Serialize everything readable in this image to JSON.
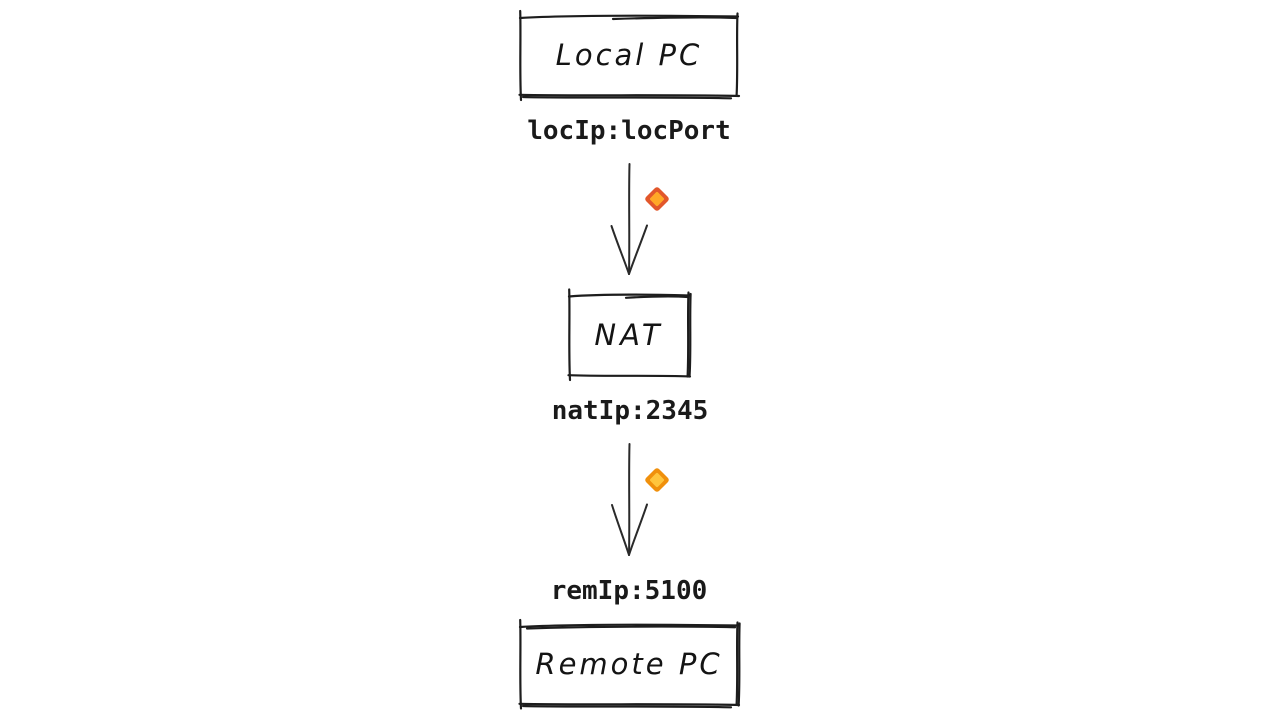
{
  "nodes": {
    "local_pc": {
      "label": "Local PC",
      "endpoint": "locIp:locPort"
    },
    "nat": {
      "label": "NAT",
      "endpoint": "natIp:2345"
    },
    "remote_pc": {
      "label": "Remote PC",
      "endpoint": "remIp:5100"
    }
  },
  "edges": [
    {
      "from": "local_pc",
      "to": "nat",
      "marker": "orange-diamond-icon"
    },
    {
      "from": "nat",
      "to": "remote_pc",
      "marker": "orange-diamond-icon"
    }
  ],
  "colors": {
    "background": "#ffffff",
    "stroke": "#1d1d1d",
    "text": "#1a1a1a",
    "diamond1_border": "#e2572b",
    "diamond1_fill": "#ffa827",
    "diamond2_border": "#f0900c",
    "diamond2_fill": "#ffc53d"
  }
}
